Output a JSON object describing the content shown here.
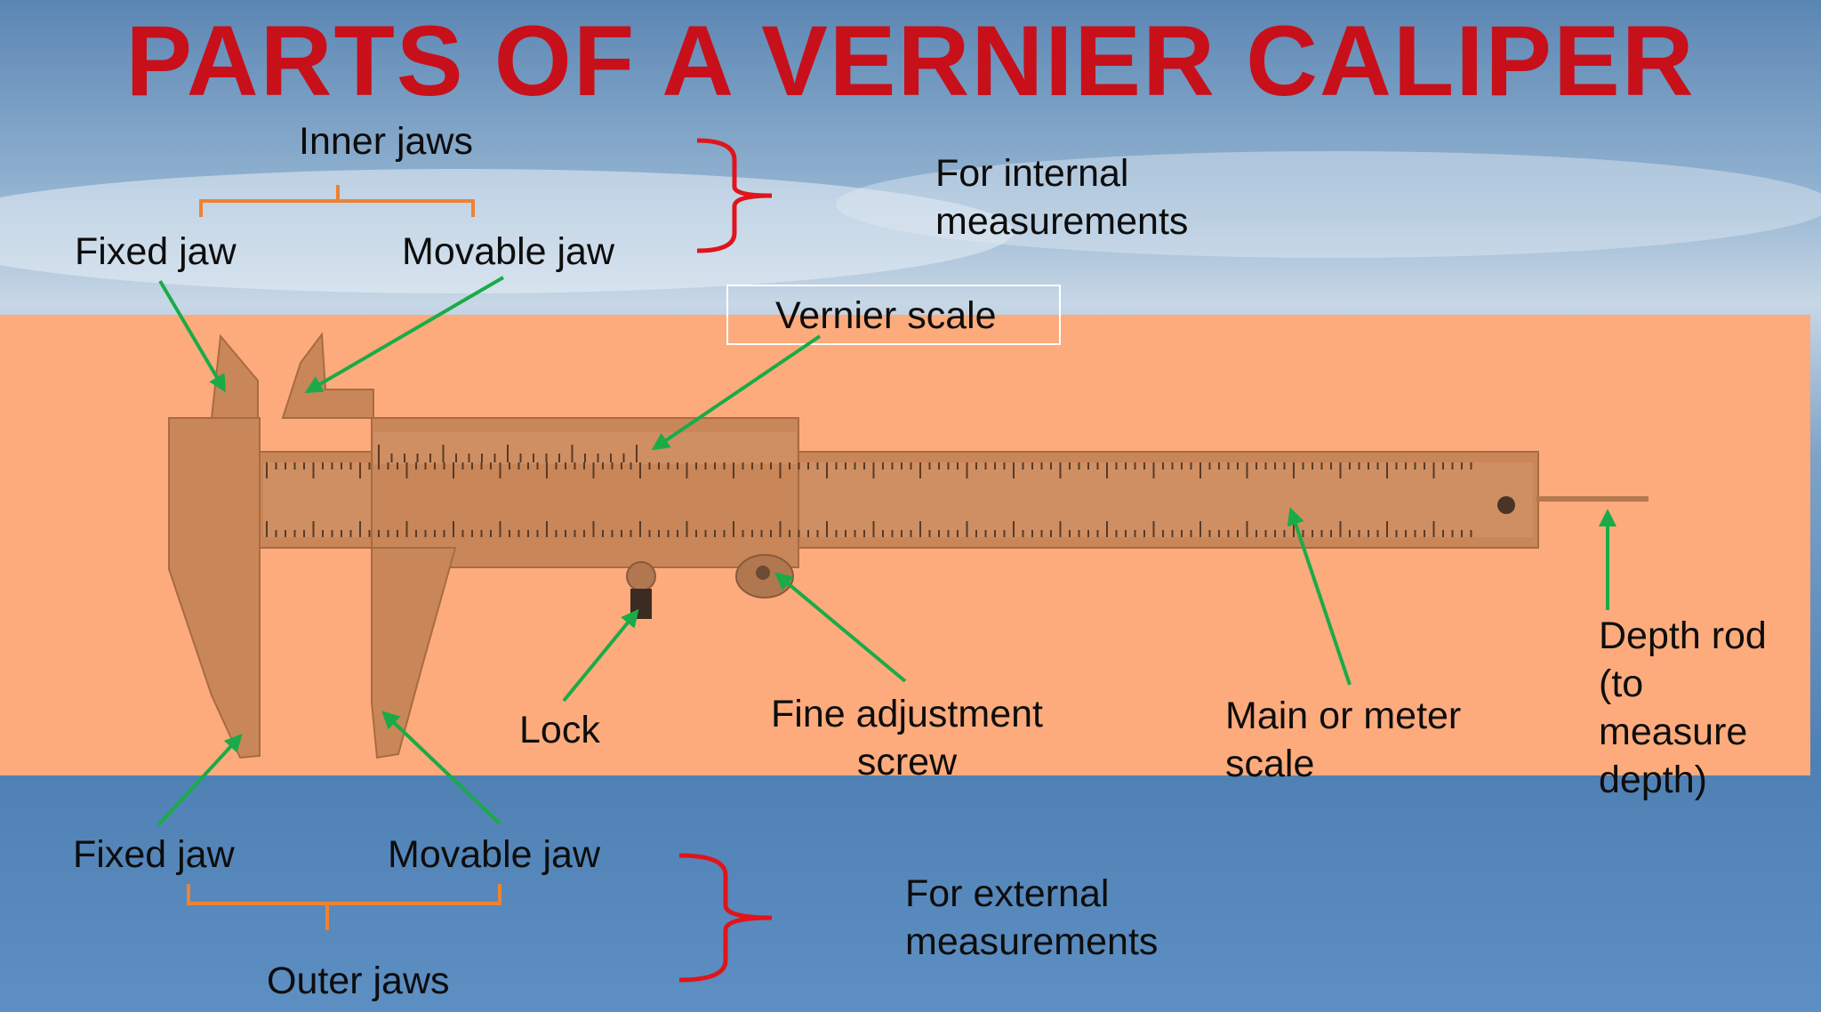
{
  "title": "PARTS OF A VERNIER CALIPER",
  "colors": {
    "title": "#c8101b",
    "panel": "#fdab7c",
    "caliper": "#c98658",
    "arrow": "#1aab48",
    "bracket_orange": "#ee8233",
    "bracket_red": "#e0141b"
  },
  "labels": {
    "inner_jaws": "Inner jaws",
    "inner_fixed_jaw": "Fixed jaw",
    "inner_movable_jaw": "Movable jaw",
    "internal_line1": "For internal",
    "internal_line2": "measurements",
    "vernier_scale": "Vernier scale",
    "lock": "Lock",
    "fine_adj_line1": "Fine adjustment",
    "fine_adj_line2": "screw",
    "main_scale_line1": "Main or meter",
    "main_scale_line2": "scale",
    "depth_line1": "Depth rod",
    "depth_line2": "(to",
    "depth_line3": "measure",
    "depth_line4": "depth)",
    "outer_fixed_jaw": "Fixed jaw",
    "outer_movable_jaw": "Movable jaw",
    "external_line1": "For external",
    "external_line2": "measurements",
    "outer_jaws": "Outer jaws"
  }
}
